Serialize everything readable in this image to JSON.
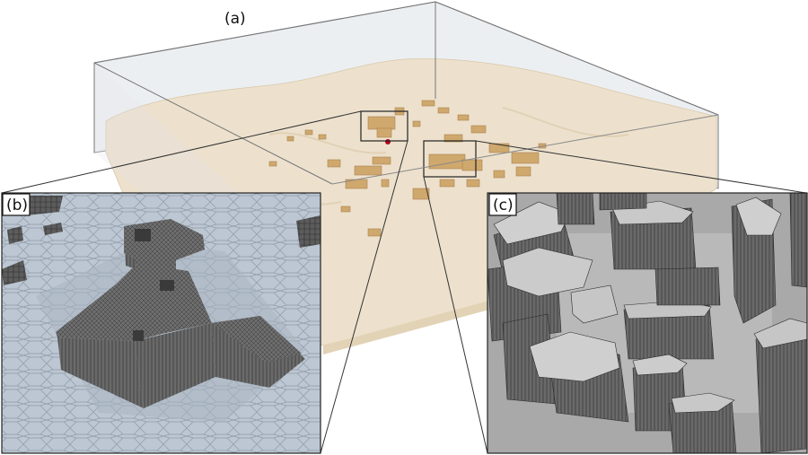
{
  "labels": {
    "main": "(a)",
    "inset_left": "(b)",
    "inset_right": "(c)"
  },
  "colors": {
    "terrain": "#ede1cd",
    "terrain_side": "#e4d6bc",
    "building": "#cfa86d",
    "building_dark": "#a98350",
    "domain_box": "#d6dbe4",
    "mesh_bg": "#b9c4d0",
    "mesh_building": "#5a5a5a",
    "inset_right_bg": "#a8a8a8",
    "building_top": "#c9c9c9",
    "probe_point": "#b3001b"
  }
}
